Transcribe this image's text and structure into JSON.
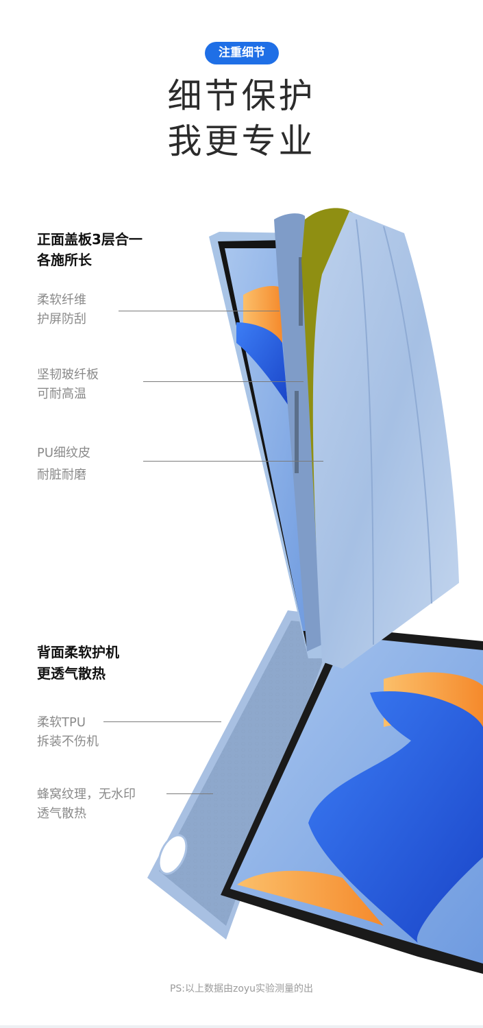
{
  "header": {
    "badge": "注重细节",
    "headline_line1": "细节保护",
    "headline_line2": "我更专业"
  },
  "front": {
    "title_line1": "正面盖板3层合一",
    "title_line2": "各施所长",
    "features": [
      {
        "line1": "柔软纤维",
        "line2": "护屏防刮"
      },
      {
        "line1": "坚韧玻纤板",
        "line2": "可耐高温"
      },
      {
        "line1": "PU细纹皮",
        "line2": "耐脏耐磨"
      }
    ]
  },
  "back": {
    "title_line1": "背面柔软护机",
    "title_line2": "更透气散热",
    "features": [
      {
        "line1": "柔软TPU",
        "line2": "拆装不伤机"
      },
      {
        "line1": "蜂窝纹理，无水印",
        "line2": "透气散热"
      }
    ]
  },
  "footnote": "PS:以上数据由zoyu实验测量的出",
  "colors": {
    "badge": "#1f6fe6",
    "case_blue": "#a9c4e6",
    "fiber_layer": "#7f9cc8",
    "glass_layer": "#8f8f12",
    "screen_blue": "#2f6ef0",
    "accent_orange": "#f7a13c"
  }
}
